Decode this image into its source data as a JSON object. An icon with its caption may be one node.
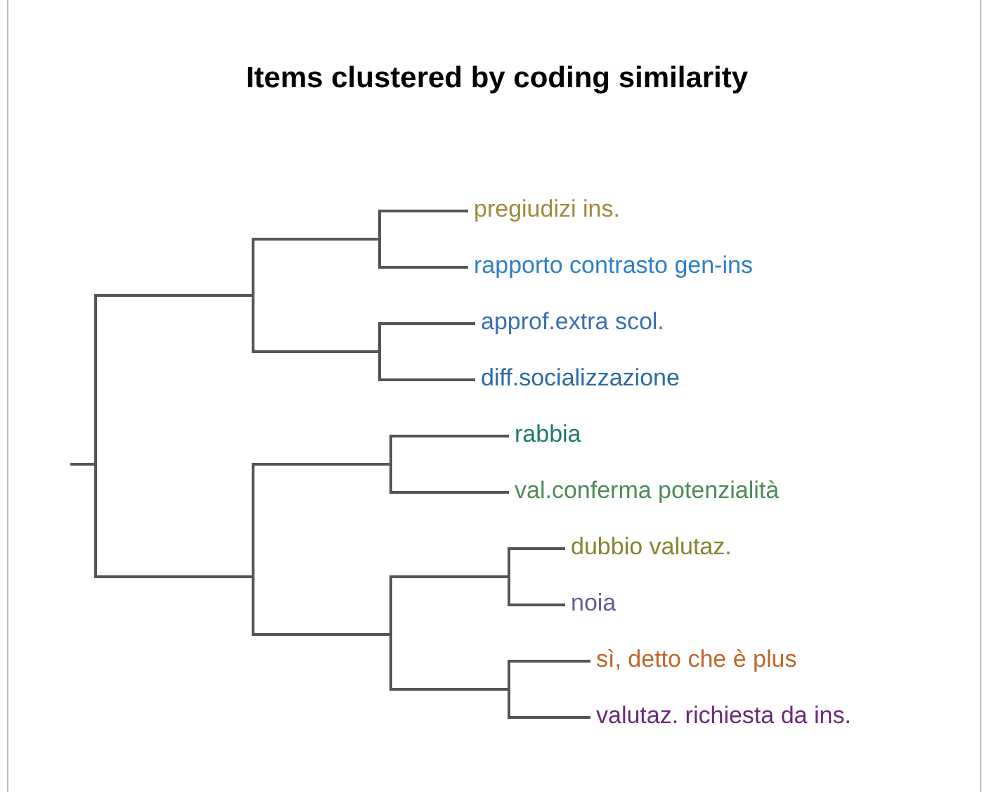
{
  "diagram": {
    "title": "Items clustered by coding similarity",
    "nodes": [
      {
        "text": [],
        "shape": "junction"
      },
      {
        "text": [],
        "shape": "junction"
      },
      {
        "text": [],
        "shape": "junction"
      },
      {
        "text": [
          "pregiudizi ins."
        ]
      },
      {
        "text": [
          "rapporto contrasto gen-ins"
        ]
      },
      {
        "text": [],
        "shape": "junction"
      },
      {
        "text": [
          "approf.extra scol."
        ]
      },
      {
        "text": [
          "diff.socializzazione"
        ]
      },
      {
        "text": [],
        "shape": "junction"
      },
      {
        "text": [],
        "shape": "junction"
      },
      {
        "text": [
          "rabbia"
        ]
      },
      {
        "text": [
          "val.conferma potenzialità"
        ]
      },
      {
        "text": [],
        "shape": "junction"
      },
      {
        "text": [],
        "shape": "junction"
      },
      {
        "text": [
          "dubbio valutaz."
        ]
      },
      {
        "text": [
          "noia"
        ]
      },
      {
        "text": [],
        "shape": "junction"
      },
      {
        "text": [
          "sì, detto che è plus"
        ]
      },
      {
        "text": [
          "valutaz. richiesta da ins."
        ]
      }
    ],
    "edges": [
      {
        "from": null,
        "to": 0,
        "arrow": "none"
      },
      {
        "from": 0,
        "to": 1,
        "arrow": "none"
      },
      {
        "from": 1,
        "to": 2,
        "arrow": "none"
      },
      {
        "from": 2,
        "to": 3,
        "arrow": "none"
      },
      {
        "from": 2,
        "to": 4,
        "arrow": "none"
      },
      {
        "from": 1,
        "to": 5,
        "arrow": "none"
      },
      {
        "from": 5,
        "to": 6,
        "arrow": "none"
      },
      {
        "from": 5,
        "to": 7,
        "arrow": "none"
      },
      {
        "from": 0,
        "to": 8,
        "arrow": "none"
      },
      {
        "from": 8,
        "to": 9,
        "arrow": "none"
      },
      {
        "from": 9,
        "to": 10,
        "arrow": "none"
      },
      {
        "from": 9,
        "to": 11,
        "arrow": "none"
      },
      {
        "from": 8,
        "to": 12,
        "arrow": "none"
      },
      {
        "from": 12,
        "to": 13,
        "arrow": "none"
      },
      {
        "from": 13,
        "to": 14,
        "arrow": "none"
      },
      {
        "from": 13,
        "to": 15,
        "arrow": "none"
      },
      {
        "from": 12,
        "to": 16,
        "arrow": "none"
      },
      {
        "from": 16,
        "to": 17,
        "arrow": "none"
      },
      {
        "from": 16,
        "to": 18,
        "arrow": "none"
      }
    ]
  }
}
